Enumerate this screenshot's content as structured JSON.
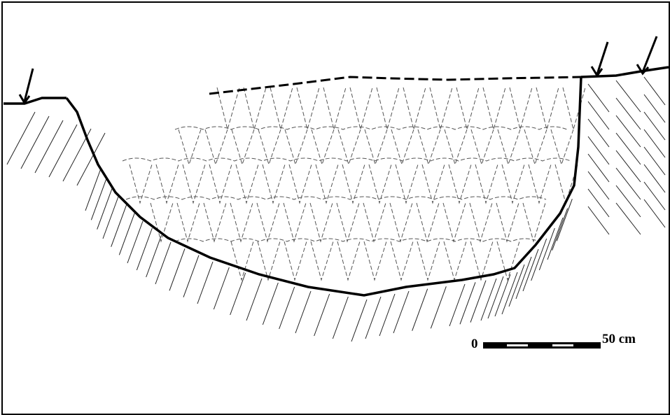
{
  "figure": {
    "type": "pit-section-drawing",
    "colors": {
      "outline": "#000000",
      "fill_lines": "#555555",
      "background": "#ffffff"
    }
  },
  "scale_bar": {
    "start_label": "0",
    "end_label": "50 cm",
    "segments": 5
  }
}
